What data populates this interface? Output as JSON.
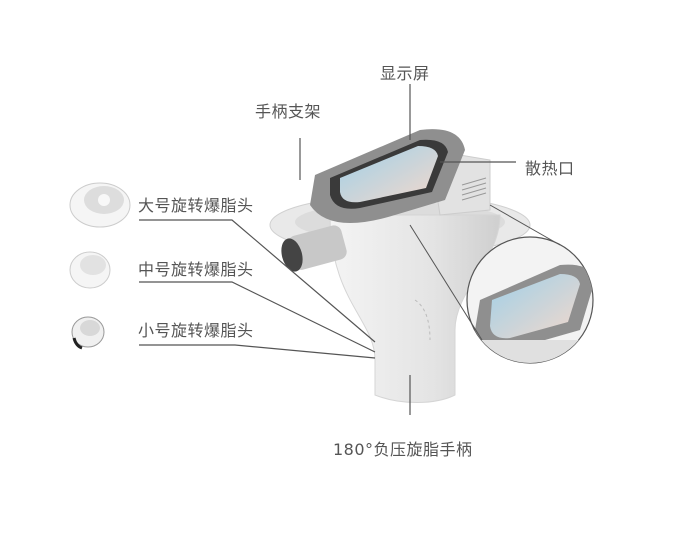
{
  "labels": {
    "display": "显示屏",
    "handle_holder": "手柄支架",
    "vent": "散热口",
    "large_head": "大号旋转爆脂头",
    "medium_head": "中号旋转爆脂头",
    "small_head": "小号旋转爆脂头",
    "handle": "180°负压旋脂手柄"
  },
  "colors": {
    "label": "#555555",
    "line": "#555555",
    "body": "#ececec",
    "frame": "#8a8a8a"
  }
}
